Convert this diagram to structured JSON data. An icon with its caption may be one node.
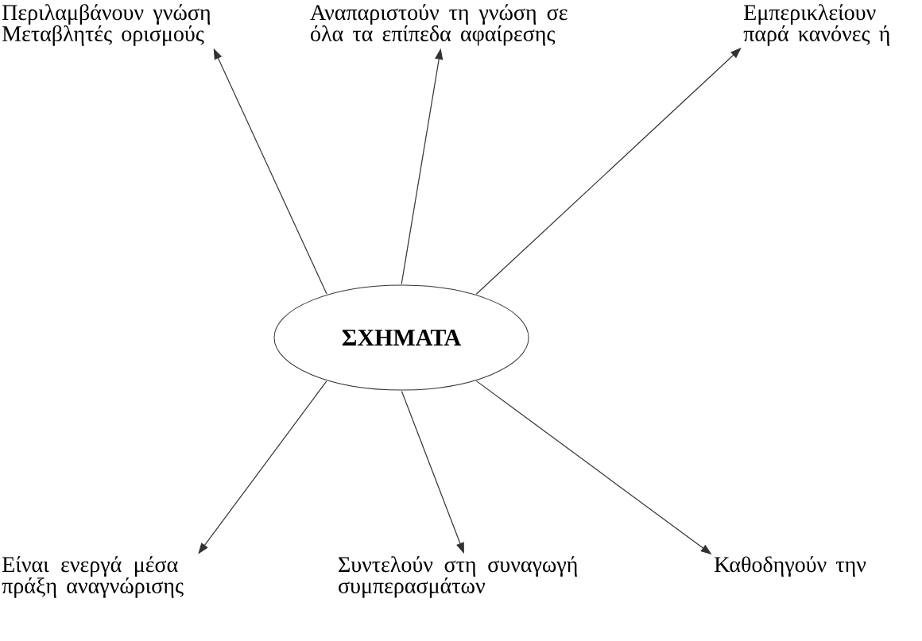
{
  "diagram": {
    "nodes": [
      {
        "text": [
          "ΣΧΗΜΑΤΑ"
        ]
      },
      {
        "text": [
          "Περιλαμβάνουν γνώση Μεταβλητές ορισμούς"
        ]
      },
      {
        "text": [
          "Αναπαριστούν τη γνώση σε όλα τα επίπεδα αφαίρεσης"
        ]
      },
      {
        "text": [
          "Εμπερικλείουν παρά κανόνες ή"
        ]
      },
      {
        "text": [
          "Είναι ενεργά μέσα πράξη αναγνώρισης"
        ]
      },
      {
        "text": [
          "Συντελούν στη συναγωγή συμπερασμάτων"
        ]
      },
      {
        "text": [
          "Καθοδηγούν την"
        ]
      }
    ],
    "edges": [
      {
        "from": 0,
        "to": 1,
        "arrow": "to"
      },
      {
        "from": 0,
        "to": 2,
        "arrow": "to"
      },
      {
        "from": 0,
        "to": 3,
        "arrow": "to"
      },
      {
        "from": 0,
        "to": 4,
        "arrow": "to"
      },
      {
        "from": 0,
        "to": 5,
        "arrow": "to"
      },
      {
        "from": 0,
        "to": 6,
        "arrow": "to"
      }
    ]
  }
}
